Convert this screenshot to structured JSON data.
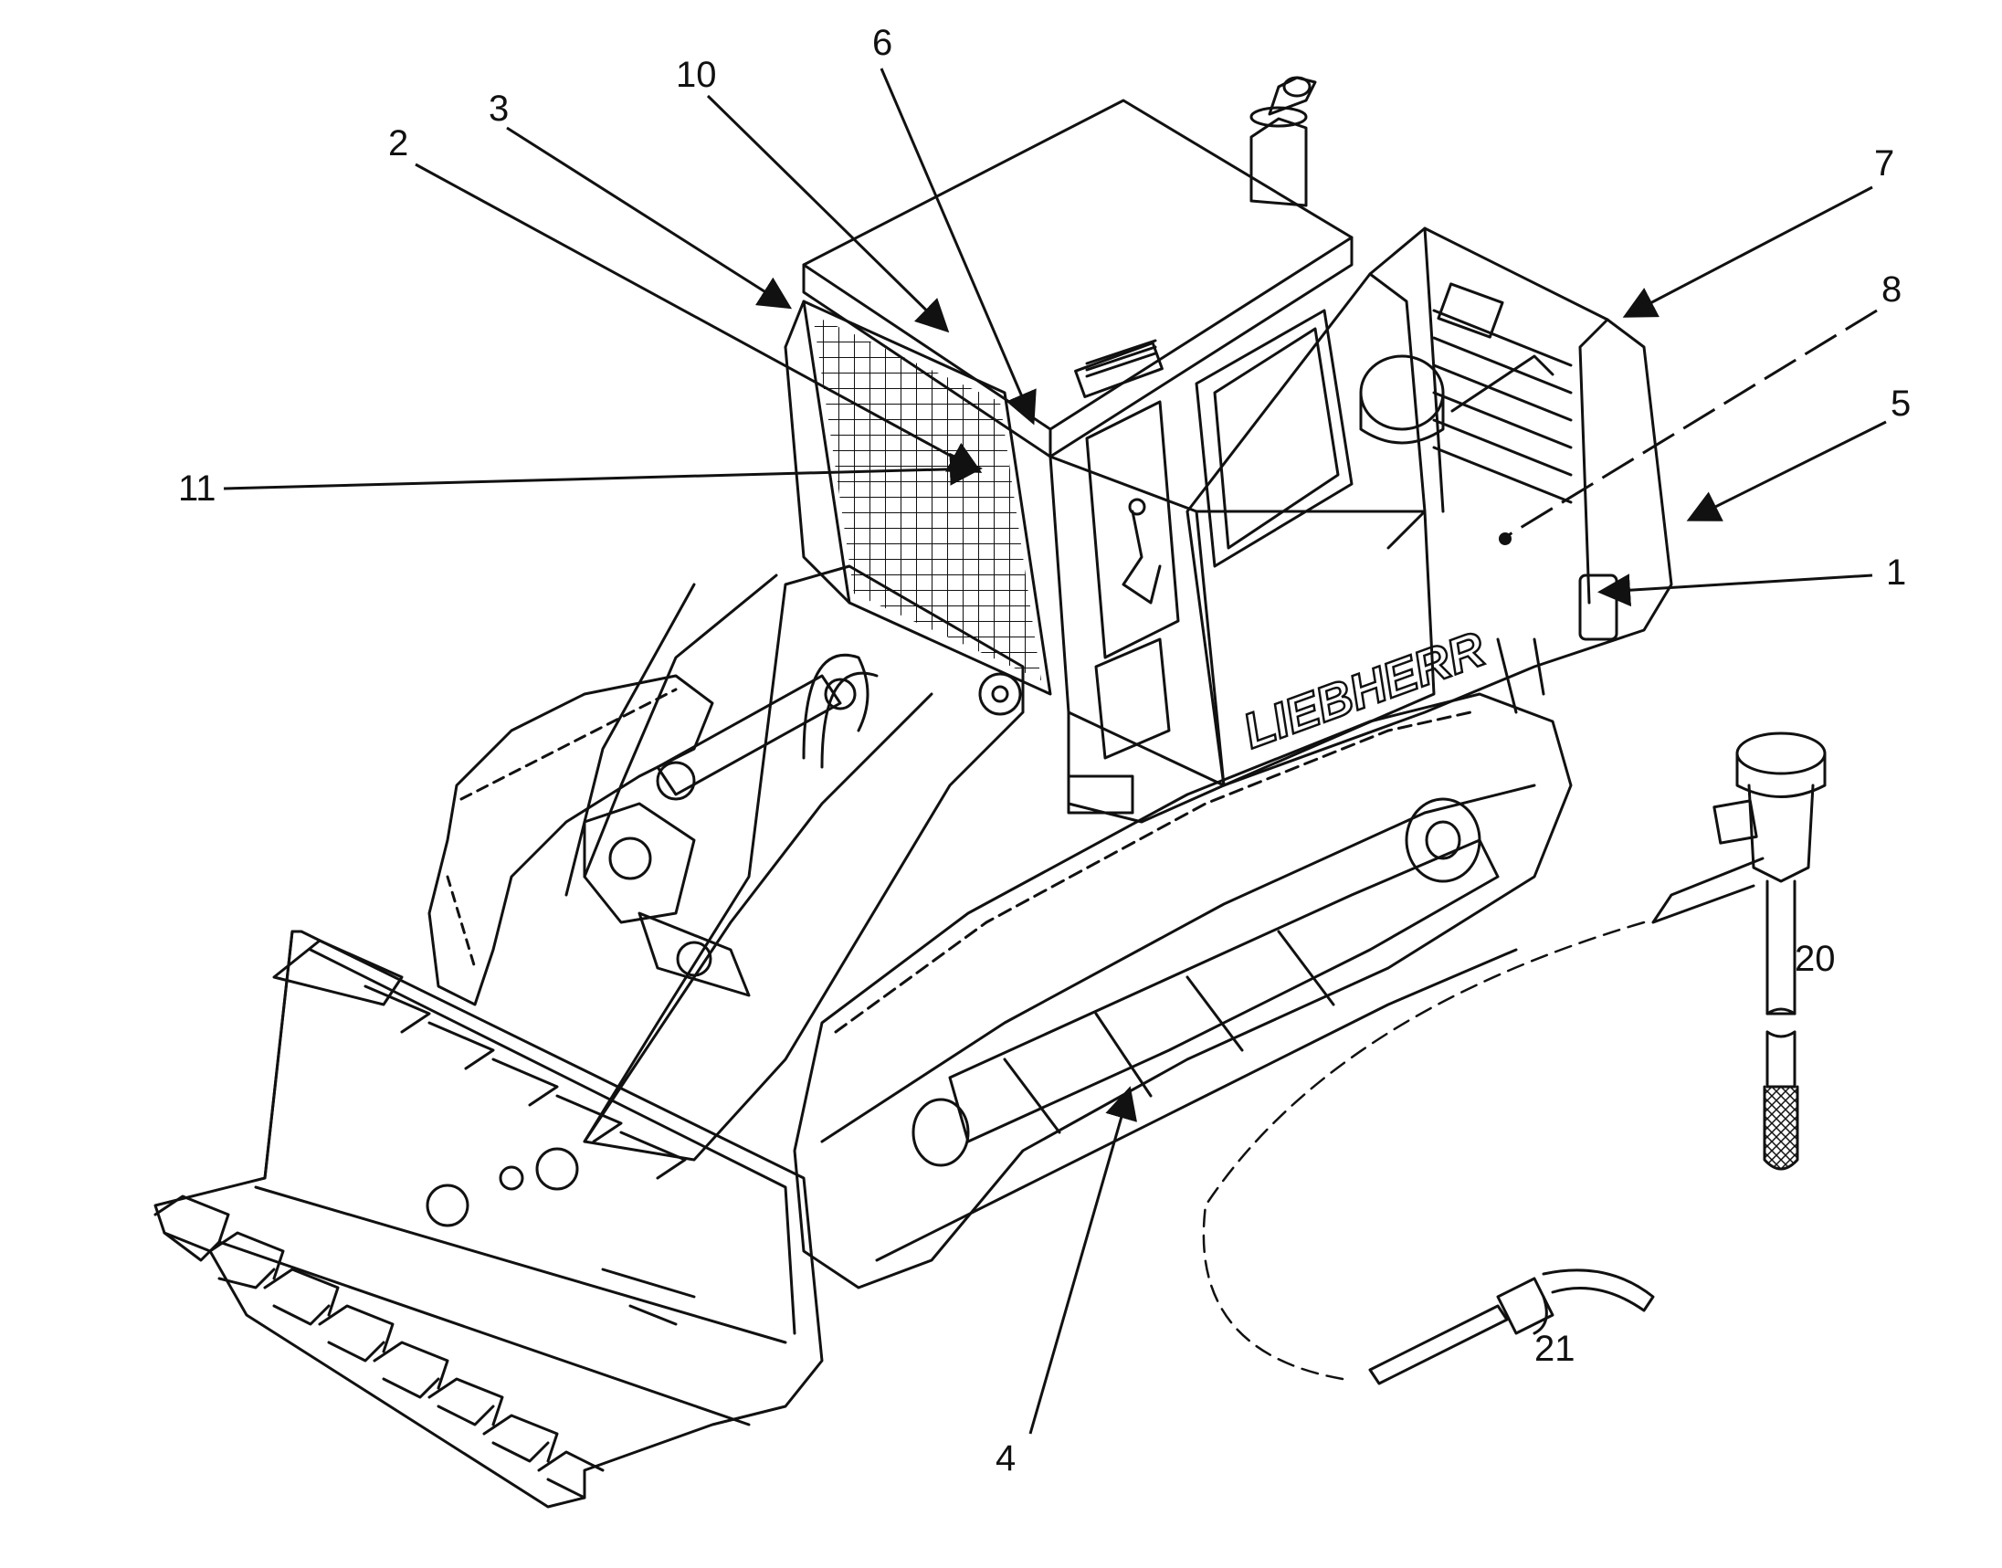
{
  "callouts": [
    {
      "id": "1",
      "label": "1"
    },
    {
      "id": "2",
      "label": "2"
    },
    {
      "id": "3",
      "label": "3"
    },
    {
      "id": "4",
      "label": "4"
    },
    {
      "id": "5",
      "label": "5"
    },
    {
      "id": "6",
      "label": "6"
    },
    {
      "id": "7",
      "label": "7"
    },
    {
      "id": "8",
      "label": "8"
    },
    {
      "id": "10",
      "label": "10"
    },
    {
      "id": "11",
      "label": "11"
    },
    {
      "id": "20",
      "label": "20"
    },
    {
      "id": "21",
      "label": "21"
    }
  ],
  "machine": {
    "brand_text": "LIEBHERR"
  },
  "colors": {
    "ink": "#111111",
    "paper": "#ffffff"
  }
}
